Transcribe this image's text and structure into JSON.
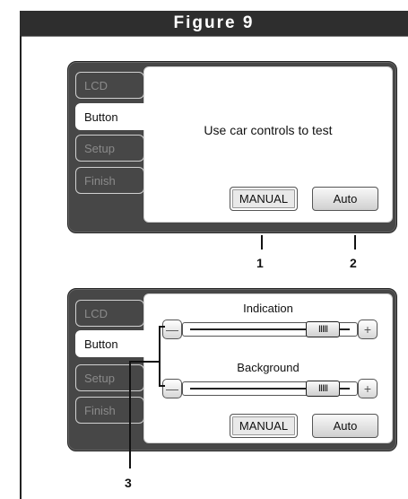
{
  "figure": {
    "title": "Figure 9"
  },
  "panel1": {
    "tabs": [
      {
        "label": "LCD",
        "active": false
      },
      {
        "label": "Button",
        "active": true
      },
      {
        "label": "Setup",
        "active": false
      },
      {
        "label": "Finish",
        "active": false
      }
    ],
    "prompt": "Use car controls to test",
    "manual_label": "MANUAL",
    "auto_label": "Auto"
  },
  "panel2": {
    "tabs": [
      {
        "label": "LCD",
        "active": false
      },
      {
        "label": "Button",
        "active": true
      },
      {
        "label": "Setup",
        "active": false
      },
      {
        "label": "Finish",
        "active": false
      }
    ],
    "sliders": [
      {
        "label": "Indication",
        "value": 0.88,
        "grip": "IIIII"
      },
      {
        "label": "Background",
        "value": 0.88,
        "grip": "IIIII"
      }
    ],
    "manual_label": "MANUAL",
    "auto_label": "Auto"
  },
  "callouts": [
    "1",
    "2",
    "3"
  ],
  "icons": {
    "minus": "minus-icon",
    "plus": "plus-icon"
  }
}
